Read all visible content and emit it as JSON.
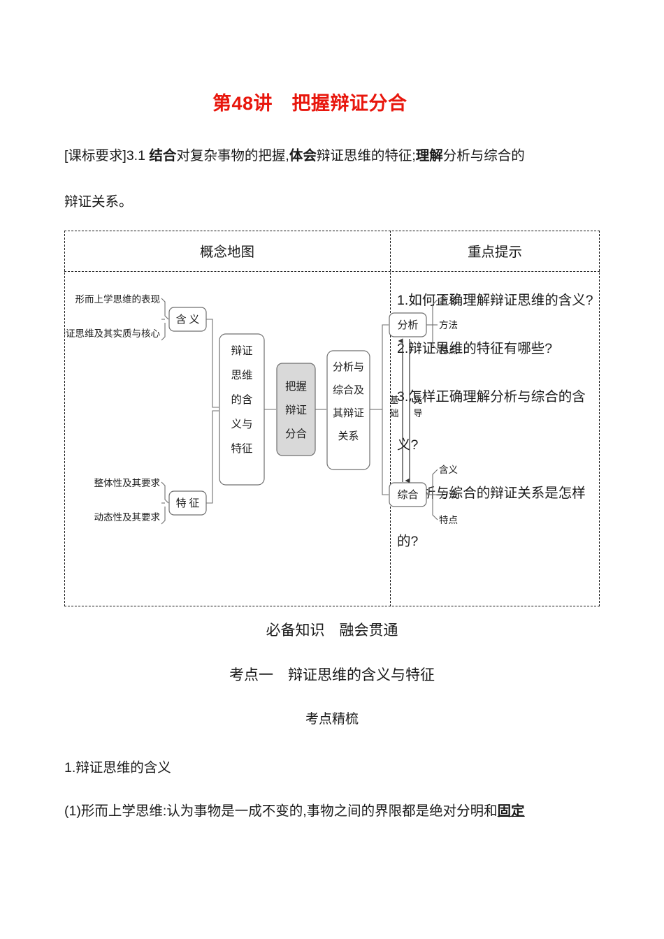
{
  "title": "第48讲　把握辩证分合",
  "requirement": {
    "prefix": "[课标要求]3.1 ",
    "b1": "结合",
    "t1": "对复杂事物的把握,",
    "b2": "体会",
    "t2": "辩证思维的特征;",
    "b3": "理解",
    "t3": "分析与综合的",
    "line2": "辩证关系。"
  },
  "table": {
    "header_left": "概念地图",
    "header_right": "重点提示",
    "tips": [
      "1.如何正确理解辩证思维的含义?",
      "2.辩证思维的特征有哪些?",
      "3.怎样正确理解分析与综合的含义?",
      "4.分析与综合的辩证关系是怎样的?"
    ]
  },
  "concept_map": {
    "center": "把握辩证分合",
    "branch_left": {
      "node": "辩证思维的含义与特征",
      "children": [
        {
          "label": "含义",
          "items": [
            "形而上学思维的表现",
            "辩证思维及其实质与核心"
          ]
        },
        {
          "label": "特征",
          "items": [
            "整体性及其要求",
            "动态性及其要求"
          ]
        }
      ]
    },
    "branch_right": {
      "node": "分析与综合及其辩证关系",
      "children": [
        {
          "label": "分析",
          "items": [
            "含义",
            "方法",
            "特点"
          ]
        },
        {
          "label": "综合",
          "items": [
            "含义",
            "方法",
            "特点"
          ]
        }
      ],
      "arrow_labels": {
        "up": "基础",
        "down": "先导"
      }
    }
  },
  "headings": {
    "bibei": "必备知识　融会贯通",
    "kaodian": "考点一　辩证思维的含义与特征",
    "jingshu": "考点精梳"
  },
  "body": {
    "p1": "1.辩证思维的含义",
    "p2_pre": "(1)形而上学思维:认为事物是一成不变的,事物之间的界限都是绝对分明和",
    "p2_bold": "固定"
  },
  "colors": {
    "title_red": "#e8160c",
    "center_node_fill": "#d9d9d9",
    "node_stroke": "#7f7f7f"
  }
}
